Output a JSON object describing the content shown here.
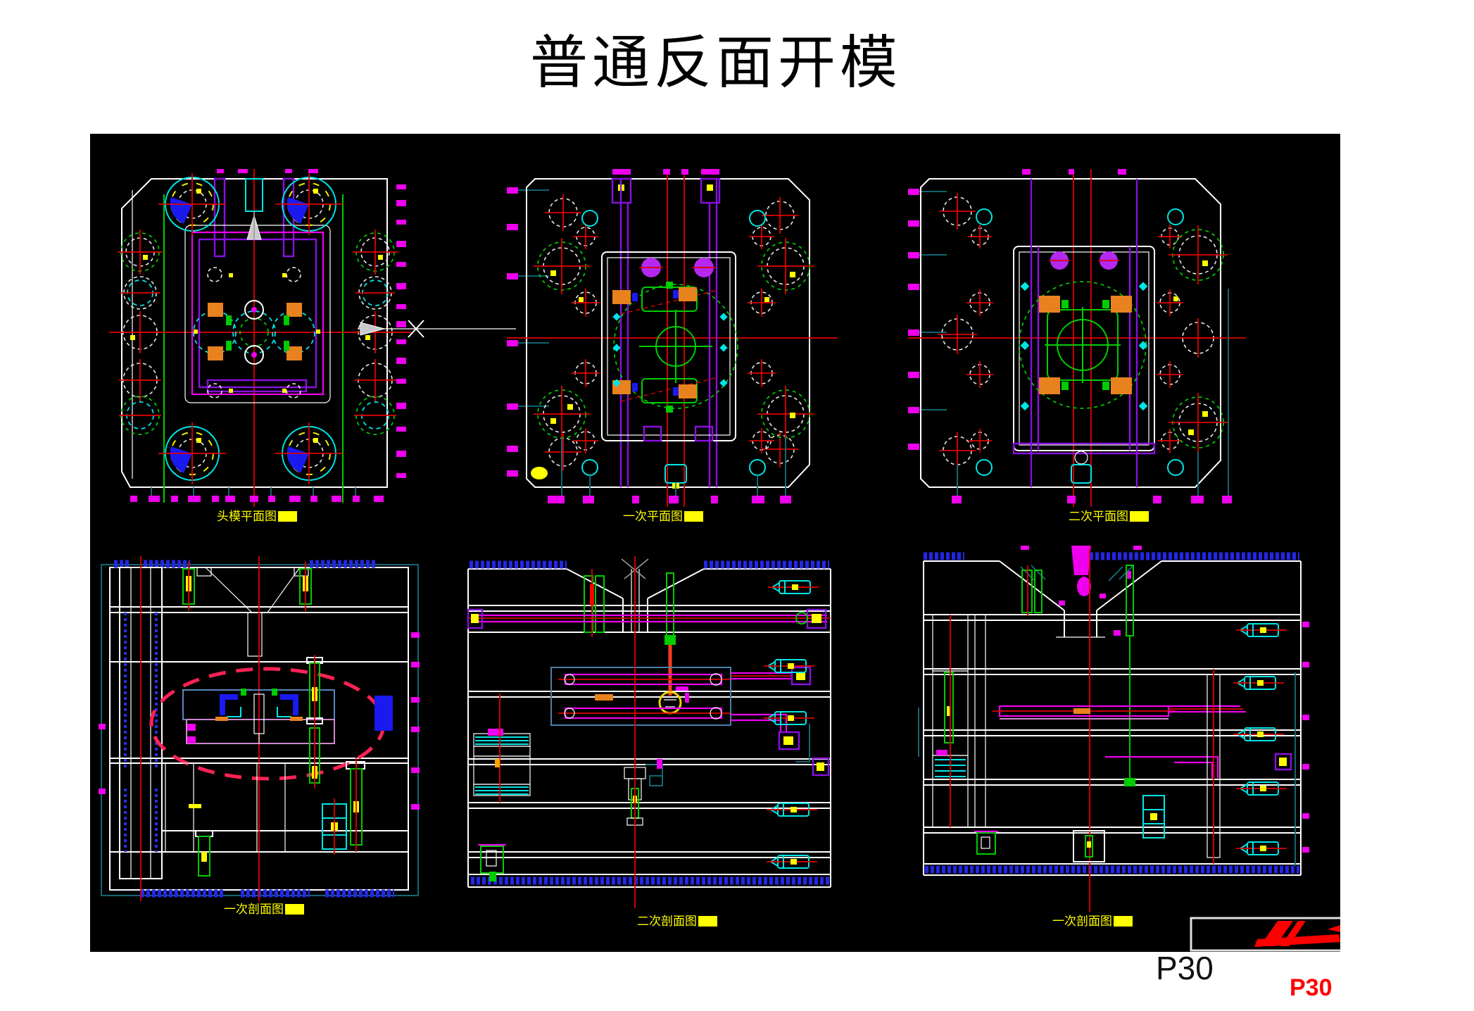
{
  "slide": {
    "title": "普通反面开模"
  },
  "footer": {
    "page_number": "P30",
    "page_marker": "P30"
  },
  "views": [
    {
      "id": "plan-top-left",
      "label": "头模平面图"
    },
    {
      "id": "plan-top-middle",
      "label": "一次平面图"
    },
    {
      "id": "plan-top-right",
      "label": "二次平面图"
    },
    {
      "id": "section-bottom-left",
      "label": "一次剖面图"
    },
    {
      "id": "section-bottom-middle",
      "label": "二次剖面图"
    },
    {
      "id": "section-bottom-right",
      "label": "一次剖面图"
    }
  ],
  "colors": {
    "page_bg": "#ffffff",
    "canvas_bg": "#000000",
    "label_yellow": "#ffff00",
    "marker_red": "#ff0000",
    "centerline_red": "#e00000",
    "outline_white": "#ffffff",
    "detail_cyan": "#00e5e5",
    "detail_magenta": "#ee00ee",
    "detail_purple": "#8a10e0",
    "detail_green": "#00cc00",
    "hatch_blue": "#2327e6",
    "highlight_ellipse": "#ff2255",
    "part_orange": "#e8821e"
  }
}
